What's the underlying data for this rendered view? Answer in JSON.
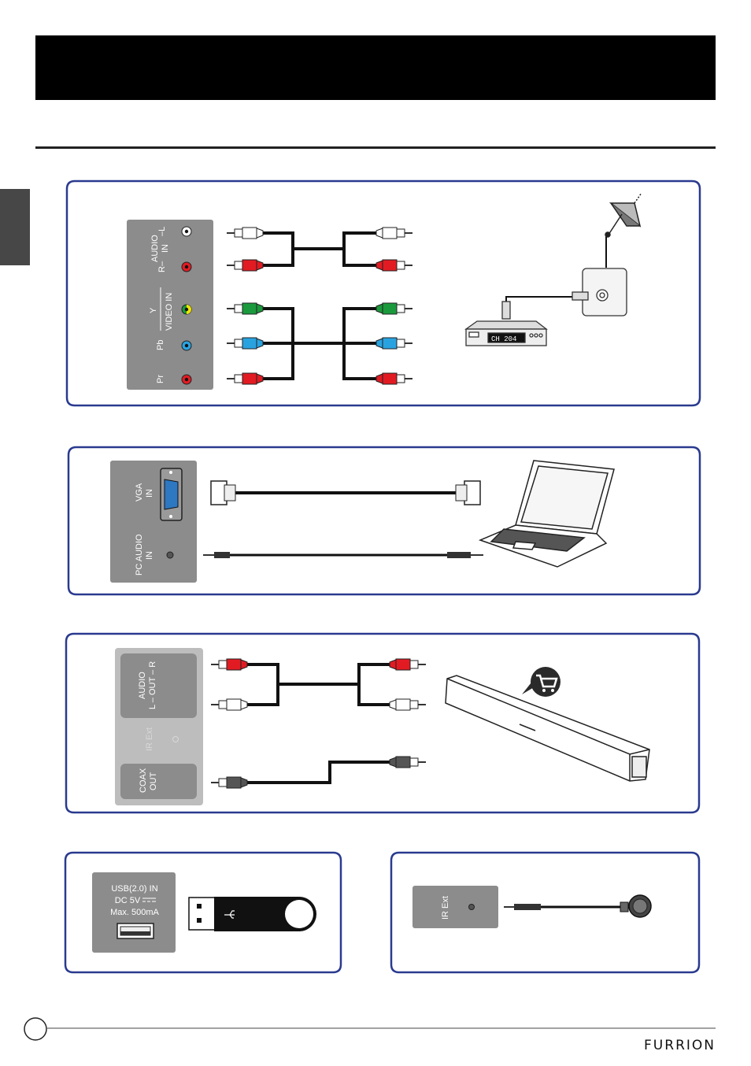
{
  "page": {
    "brand": "FURRION"
  },
  "component_panel": {
    "audio_label": "AUDIO",
    "in_label": "IN",
    "r_label": "R–",
    "l_label": "–L",
    "y_label": "Y",
    "video_in_label": "VIDEO IN",
    "pb_label": "Pb",
    "pr_label": "Pr"
  },
  "set_top_box": {
    "display": "CH 204"
  },
  "vga_panel": {
    "vga_label": "VGA",
    "vga_in": "IN",
    "pc_audio_label": "PC AUDIO",
    "pc_audio_in": "IN"
  },
  "audio_out_panel": {
    "audio_label": "AUDIO",
    "out_label": "L – OUT – R",
    "irext_label": "IR Ext",
    "coax_label": "COAX",
    "coax_out": "OUT"
  },
  "usb_panel": {
    "line1": "USB(2.0) IN",
    "line2": "DC 5V",
    "line3": "Max. 500mA"
  },
  "ir_panel": {
    "label": "IR Ext"
  },
  "colors": {
    "frame": "#2a3a8f",
    "panel": "#8c8c8c",
    "panel_light": "#bdbdbd",
    "red": "#e21b23",
    "green": "#1a9a3c",
    "blue": "#29a3e0",
    "orange": "#f7941d",
    "yellow": "#f2e600"
  }
}
